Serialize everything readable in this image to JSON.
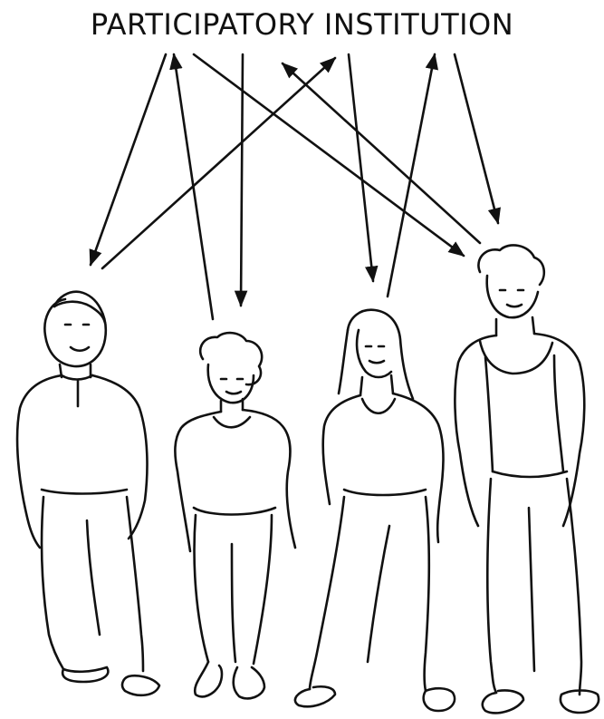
{
  "title": "PARTICIPATORY INSTITUTION",
  "colors": {
    "ink": "#111111",
    "background": "#ffffff"
  },
  "figures": [
    {
      "name": "person-1",
      "icon": "man-in-sweater-icon"
    },
    {
      "name": "person-2",
      "icon": "woman-in-top-icon"
    },
    {
      "name": "person-3",
      "icon": "woman-with-long-hair-icon"
    },
    {
      "name": "person-4",
      "icon": "man-in-tank-top-icon"
    }
  ]
}
